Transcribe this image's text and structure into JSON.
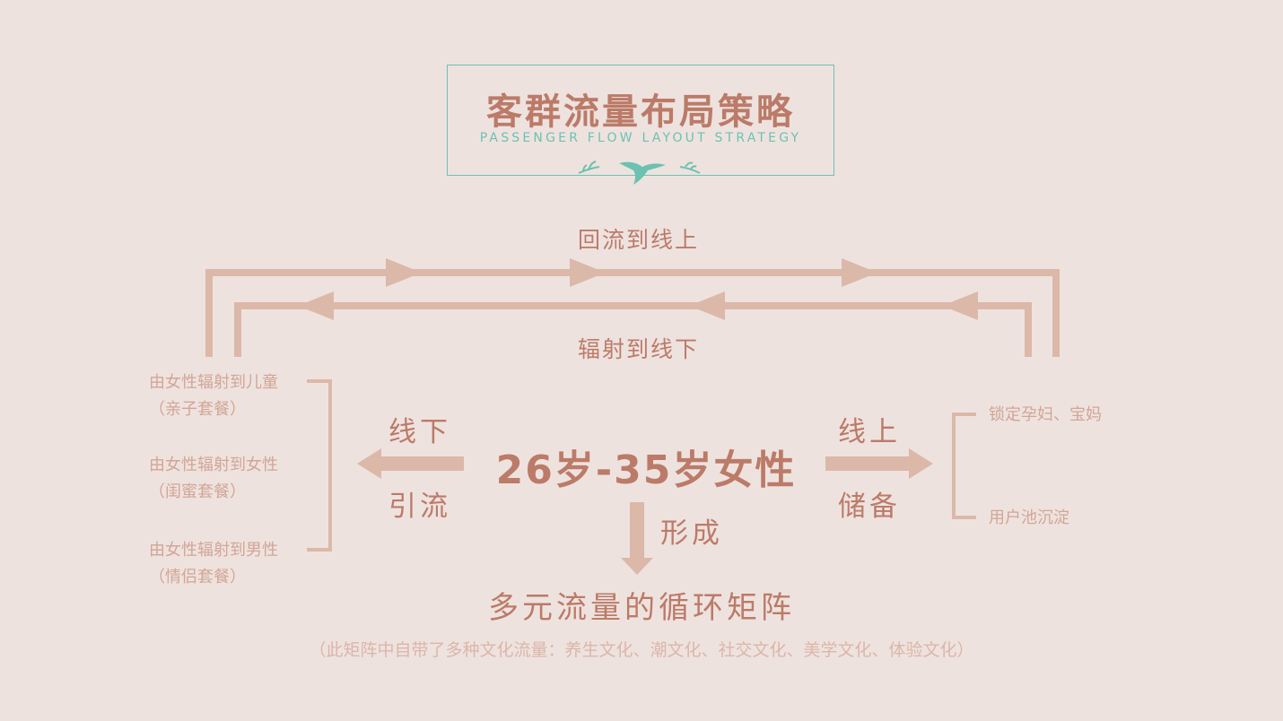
{
  "header": {
    "title": "客群流量布局策略",
    "subtitle": "PASSENGER FLOW LAYOUT STRATEGY"
  },
  "flows": {
    "top_label": "回流到线上",
    "bottom_label": "辐射到线下"
  },
  "center": {
    "title": "26岁-35岁女性",
    "left_top": "线下",
    "left_bottom": "引流",
    "right_top": "线上",
    "right_bottom": "储备",
    "down_label": "形成"
  },
  "result": {
    "title": "多元流量的循环矩阵",
    "note": "（此矩阵中自带了多种文化流量：养生文化、潮文化、社交文化、美学文化、体验文化）"
  },
  "left_items": [
    {
      "line1": "由女性辐射到儿童",
      "line2": "（亲子套餐）"
    },
    {
      "line1": "由女性辐射到女性",
      "line2": "（闺蜜套餐）"
    },
    {
      "line1": "由女性辐射到男性",
      "line2": "（情侣套餐）"
    }
  ],
  "right_items": [
    {
      "text": "锁定孕妇、宝妈"
    },
    {
      "text": "用户池沉淀"
    }
  ],
  "colors": {
    "background": "#eee2df",
    "text_primary": "#bb7b68",
    "text_secondary": "#d2a595",
    "arrow": "#dcb8a9",
    "accent_teal": "#6cc2b1"
  }
}
